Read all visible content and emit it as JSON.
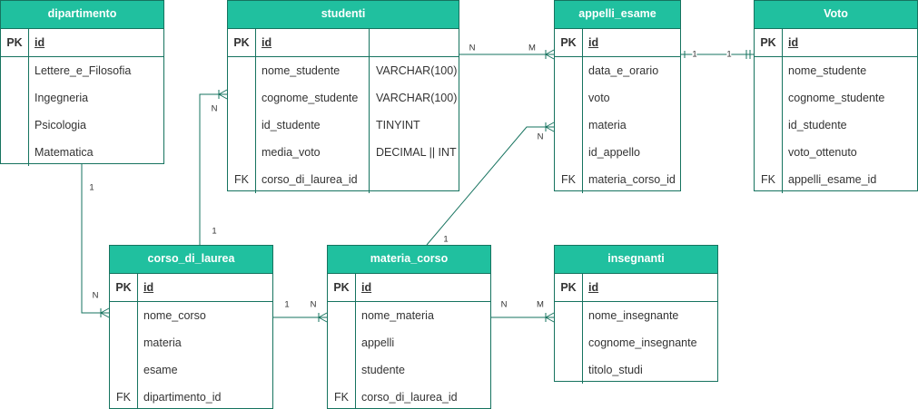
{
  "theme": {
    "header_color": "#20c09f",
    "border_color": "#16735f",
    "line_color": "#16735f"
  },
  "tables": [
    {
      "id": "dipartimento",
      "title": "dipartimento",
      "rows": [
        {
          "key": "PK",
          "name": "id"
        },
        {
          "key": "",
          "name": "Lettere_e_Filosofia"
        },
        {
          "key": "",
          "name": "Ingegneria"
        },
        {
          "key": "",
          "name": "Psicologia"
        },
        {
          "key": "",
          "name": "Matematica"
        }
      ]
    },
    {
      "id": "studenti",
      "title": "studenti",
      "rows": [
        {
          "key": "PK",
          "name": "id",
          "type": ""
        },
        {
          "key": "",
          "name": "nome_studente",
          "type": "VARCHAR(100)"
        },
        {
          "key": "",
          "name": "cognome_studente",
          "type": "VARCHAR(100)"
        },
        {
          "key": "",
          "name": "id_studente",
          "type": "TINYINT"
        },
        {
          "key": "",
          "name": "media_voto",
          "type": "DECIMAL || INT"
        },
        {
          "key": "FK",
          "name": "corso_di_laurea_id",
          "type": ""
        }
      ]
    },
    {
      "id": "appelli_esame",
      "title": "appelli_esame",
      "rows": [
        {
          "key": "PK",
          "name": "id"
        },
        {
          "key": "",
          "name": "data_e_orario"
        },
        {
          "key": "",
          "name": "voto"
        },
        {
          "key": "",
          "name": "materia"
        },
        {
          "key": "",
          "name": "id_appello"
        },
        {
          "key": "FK",
          "name": "materia_corso_id"
        }
      ]
    },
    {
      "id": "voto",
      "title": "Voto",
      "rows": [
        {
          "key": "PK",
          "name": "id"
        },
        {
          "key": "",
          "name": "nome_studente"
        },
        {
          "key": "",
          "name": "cognome_studente"
        },
        {
          "key": "",
          "name": "id_studente"
        },
        {
          "key": "",
          "name": "voto_ottenuto"
        },
        {
          "key": "FK",
          "name": "appelli_esame_id"
        }
      ]
    },
    {
      "id": "corso_di_laurea",
      "title": "corso_di_laurea",
      "rows": [
        {
          "key": "PK",
          "name": "id"
        },
        {
          "key": "",
          "name": "nome_corso"
        },
        {
          "key": "",
          "name": "materia"
        },
        {
          "key": "",
          "name": "esame"
        },
        {
          "key": "FK",
          "name": "dipartimento_id"
        }
      ]
    },
    {
      "id": "materia_corso",
      "title": "materia_corso",
      "rows": [
        {
          "key": "PK",
          "name": "id"
        },
        {
          "key": "",
          "name": "nome_materia"
        },
        {
          "key": "",
          "name": "appelli"
        },
        {
          "key": "",
          "name": "studente"
        },
        {
          "key": "FK",
          "name": "corso_di_laurea_id"
        }
      ]
    },
    {
      "id": "insegnanti",
      "title": "insegnanti",
      "rows": [
        {
          "key": "PK",
          "name": "id"
        },
        {
          "key": "",
          "name": "nome_insegnante"
        },
        {
          "key": "",
          "name": "cognome_insegnante"
        },
        {
          "key": "",
          "name": "titolo_studi"
        }
      ]
    }
  ],
  "relationships": [
    {
      "from": "studenti",
      "to": "appelli_esame",
      "from_label": "N",
      "to_label": "M"
    },
    {
      "from": "appelli_esame",
      "to": "voto",
      "from_label": "1",
      "to_label": "1"
    },
    {
      "from": "dipartimento",
      "to": "corso_di_laurea",
      "from_label": "1",
      "to_label": "N"
    },
    {
      "from": "corso_di_laurea",
      "to": "studenti",
      "from_label": "1",
      "to_label": "N"
    },
    {
      "from": "corso_di_laurea",
      "to": "materia_corso",
      "from_label": "1",
      "to_label": "N"
    },
    {
      "from": "materia_corso",
      "to": "appelli_esame",
      "from_label": "1",
      "to_label": "N"
    },
    {
      "from": "materia_corso",
      "to": "insegnanti",
      "from_label": "N",
      "to_label": "M"
    }
  ]
}
